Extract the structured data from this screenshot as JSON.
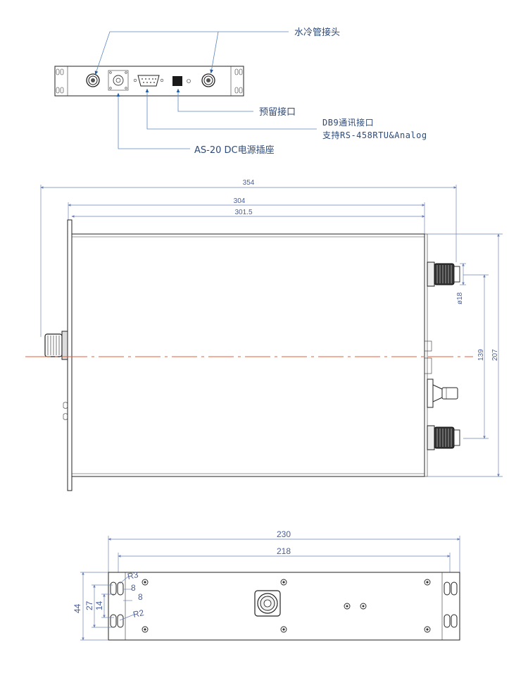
{
  "labels": {
    "water_cooling": "水冷管接头",
    "reserved_port": "预留接口",
    "db9_line1": "DB9通讯接口",
    "db9_line2": "支持RS-458RTU&Analog",
    "power_socket": "AS-20 DC电源插座"
  },
  "dimensions": {
    "top_354": "354",
    "top_304": "304",
    "top_3015": "301.5",
    "dia_18": "ø18",
    "h_139": "139",
    "h_207": "207",
    "w_230": "230",
    "w_218": "218",
    "h_44": "44",
    "h_27": "27",
    "h_14": "14",
    "d_8a": "8",
    "d_8b": "8",
    "r_3": "R3",
    "r_2": "R2"
  },
  "colors": {
    "callout": "#5b86c2",
    "dimension": "#6e83b8",
    "centerline": "#e0603a",
    "arrow_fill": "#1f5fa8"
  }
}
